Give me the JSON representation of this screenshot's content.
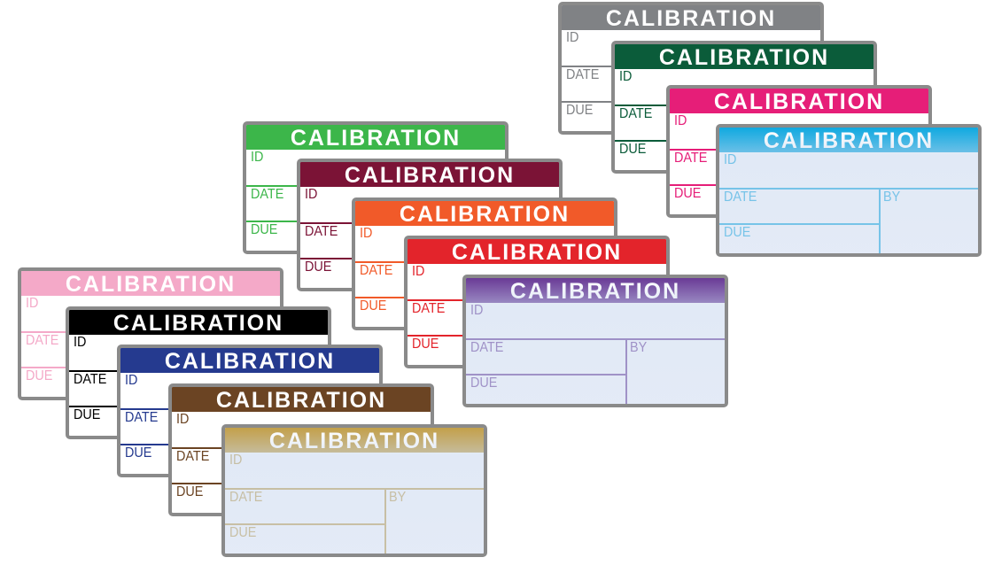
{
  "header_text": "CALIBRATION",
  "field_labels": {
    "id": "ID",
    "date": "DATE",
    "due": "DUE",
    "by": "BY"
  },
  "labels": [
    {
      "name": "gray",
      "color": "#808285",
      "layout": "simple"
    },
    {
      "name": "darkgreen",
      "color": "#0b5c3a",
      "layout": "simple"
    },
    {
      "name": "magenta",
      "color": "#e61e78",
      "layout": "simple"
    },
    {
      "name": "cyan",
      "color": "#10a9e0",
      "layout": "full"
    },
    {
      "name": "green",
      "color": "#3cb64a",
      "layout": "simple"
    },
    {
      "name": "maroon",
      "color": "#7b1336",
      "layout": "simple"
    },
    {
      "name": "orange",
      "color": "#f15a29",
      "layout": "simple"
    },
    {
      "name": "red",
      "color": "#e3242b",
      "layout": "simple"
    },
    {
      "name": "purple",
      "color": "#6a3b96",
      "layout": "full"
    },
    {
      "name": "pink",
      "color": "#f4a9c8",
      "layout": "simple"
    },
    {
      "name": "black",
      "color": "#000000",
      "layout": "simple"
    },
    {
      "name": "blue",
      "color": "#253a8f",
      "layout": "simple"
    },
    {
      "name": "brown",
      "color": "#6b4423",
      "layout": "simple"
    },
    {
      "name": "gold",
      "color": "#c3a04a",
      "layout": "full"
    }
  ]
}
